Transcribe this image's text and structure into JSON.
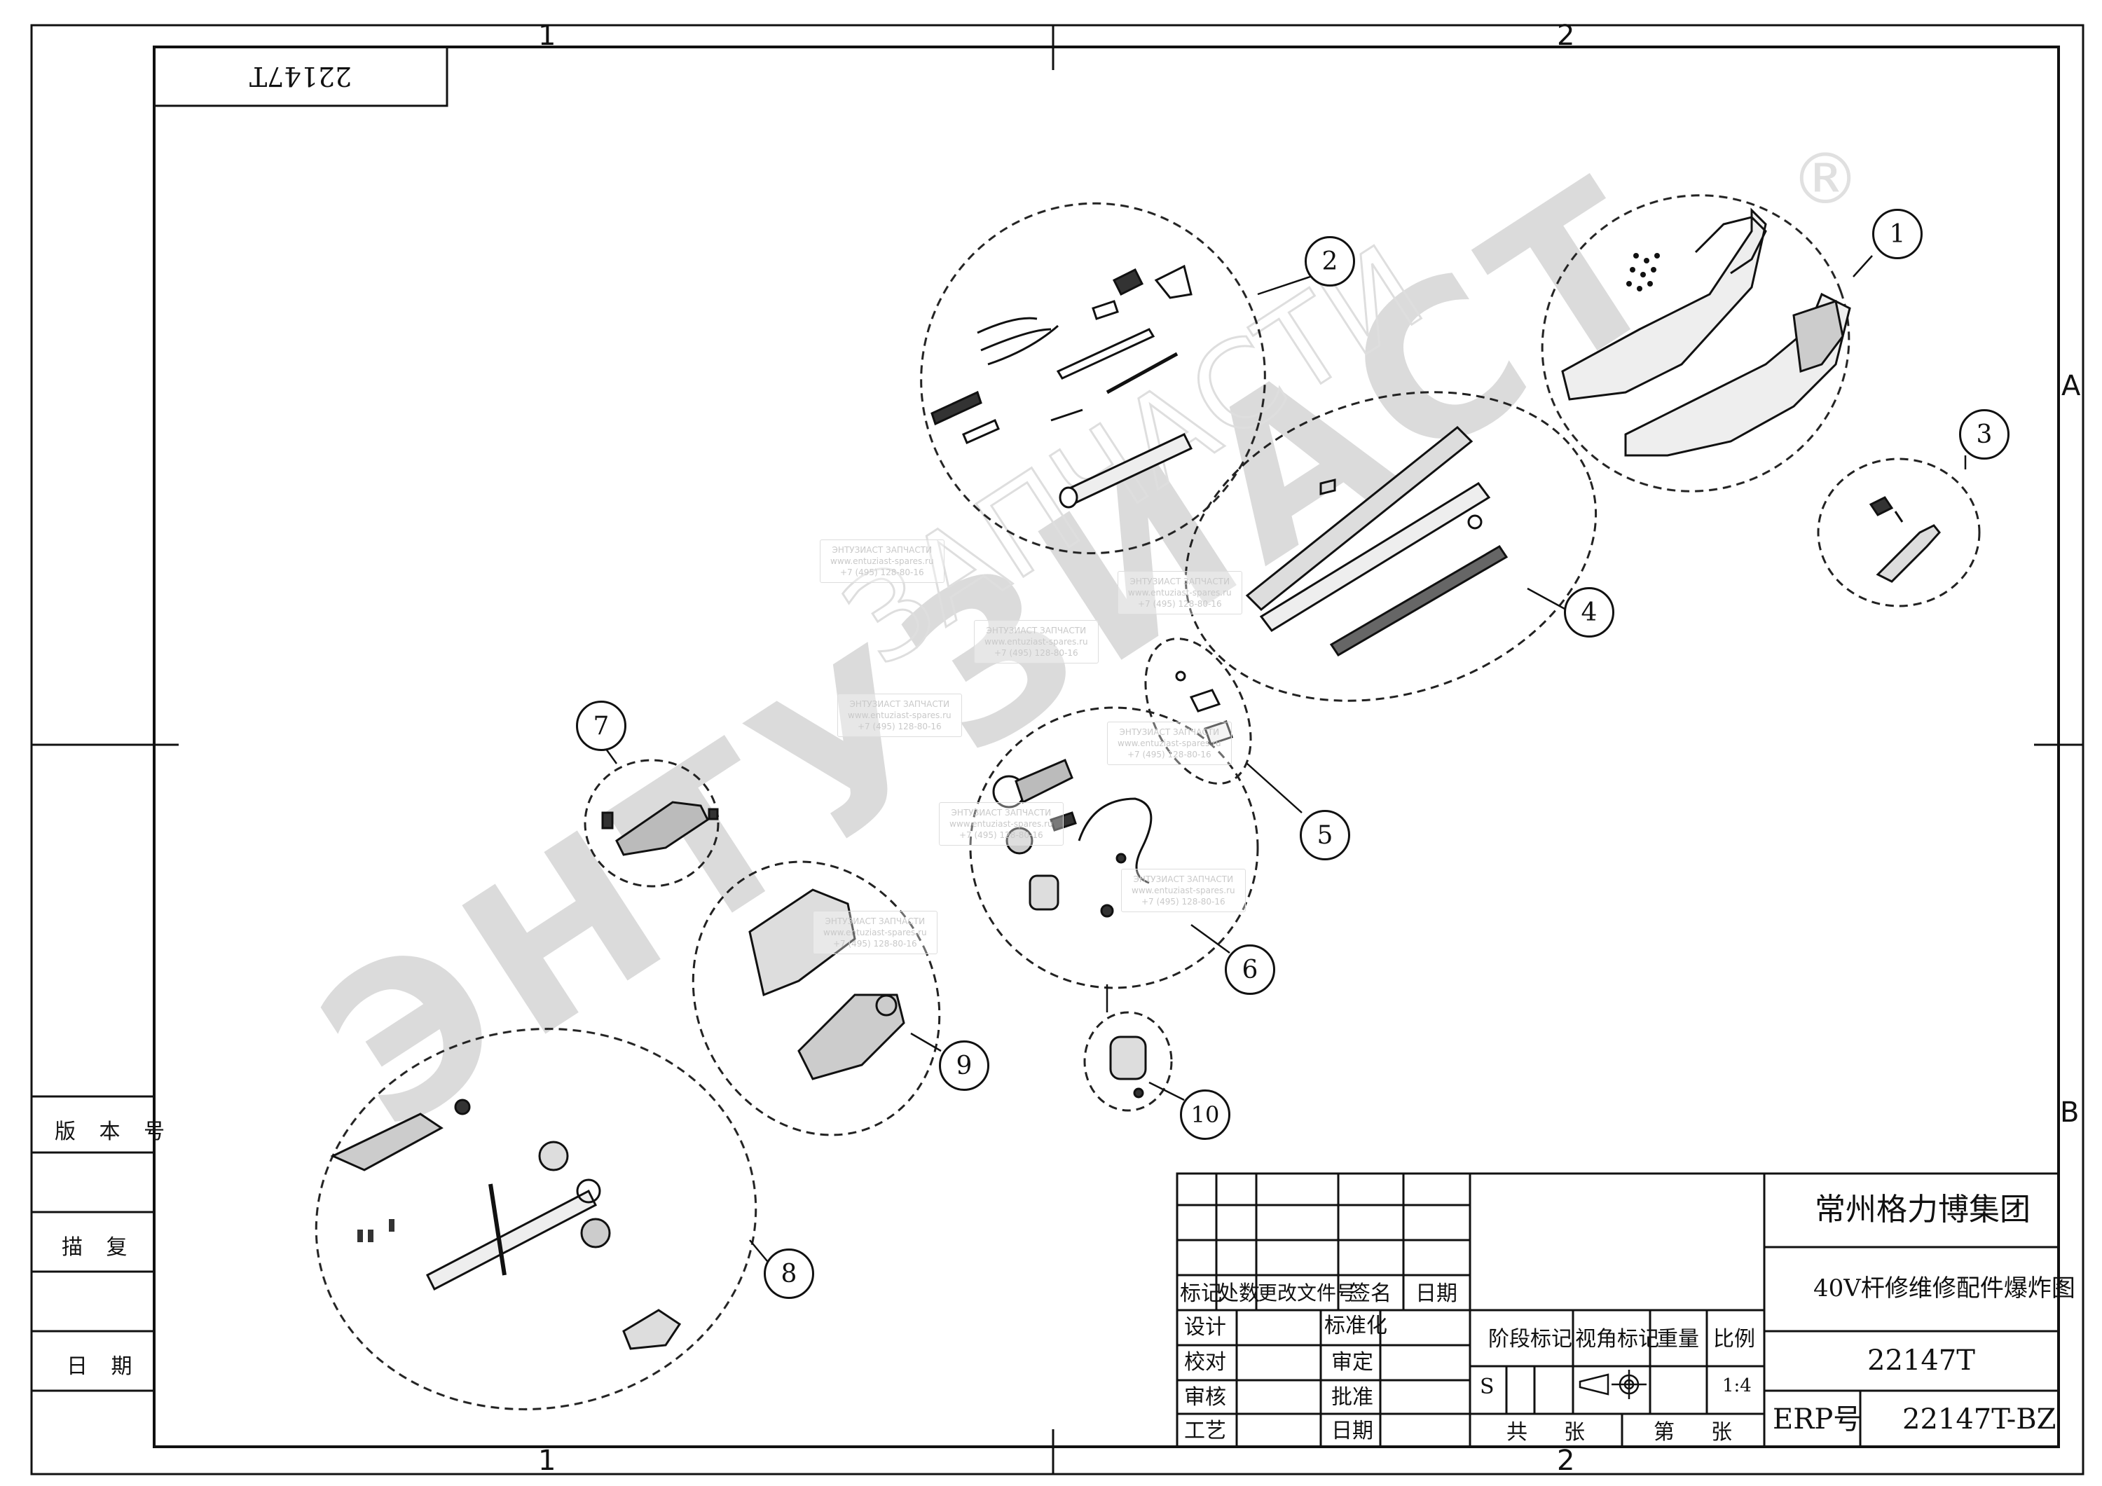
{
  "drawing_number_stamp": "22147T",
  "zone_columns": [
    "1",
    "2"
  ],
  "zone_rows": [
    "A",
    "B"
  ],
  "left_block": {
    "version_label": "版 本 号",
    "trace_label": "描  复",
    "date_label": "日  期"
  },
  "watermark": {
    "logo_text": "ЭНТУЗИАСТ ЗАПЧАСТИ",
    "registered_mark": "®",
    "stamp_lines": [
      "ЭНТУЗИАСТ ЗАПЧАСТИ",
      "www.entuziast-spares.ru",
      "+7 (495) 128-80-16"
    ]
  },
  "callouts": [
    "1",
    "2",
    "3",
    "4",
    "5",
    "6",
    "7",
    "8",
    "9",
    "10"
  ],
  "title_block": {
    "company": "常州格力博集团",
    "drawing_title": "40V杆修维修配件爆炸图",
    "drawing_code": "22147T",
    "erp_label": "ERP号",
    "erp_value": "22147T-BZ",
    "rev_headers": [
      "标记",
      "处数",
      "更改文件号",
      "签名",
      "日期"
    ],
    "sign_left": [
      "设计",
      "校对",
      "审核",
      "工艺"
    ],
    "sign_right": [
      "标准化",
      "审定",
      "批准",
      "日期"
    ],
    "stage_label": "阶段标记",
    "view_label": "视角标记",
    "weight_label": "重量",
    "scale_label": "比例",
    "stage_value": "S",
    "scale_value": "1:4",
    "total_label": "共",
    "sheet_unit": "张",
    "nth_label": "第",
    "sheet_unit2": "张"
  }
}
